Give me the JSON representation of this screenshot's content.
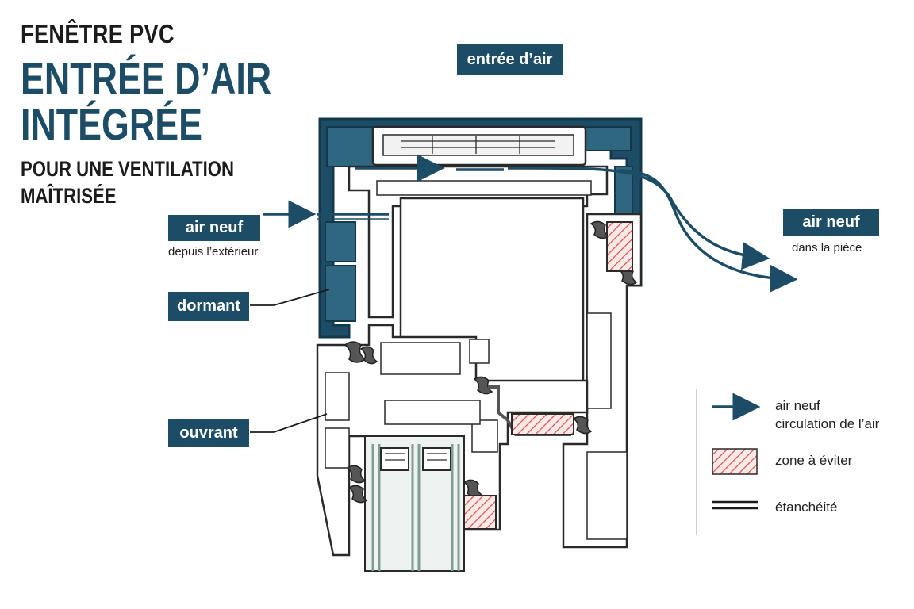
{
  "header": {
    "line1": "FENÊTRE PVC",
    "line2a": "ENTRÉE D’AIR",
    "line2b": "INTÉGRÉE",
    "sub1": "POUR UNE VENTILATION",
    "sub2": "MAÎTRISÉE"
  },
  "labels": {
    "air_inlet": "entrée d’air",
    "fresh_air_in": "air neuf",
    "fresh_air_in_note": "depuis l’extérieur",
    "fresh_air_out": "air neuf",
    "fresh_air_out_note": "dans la pièce",
    "frame": "dormant",
    "sash": "ouvrant"
  },
  "legend": {
    "airflow_line1": "air neuf",
    "airflow_line2": "circulation de l’air",
    "avoid_zone": "zone à éviter",
    "sealing": "étanchéité"
  },
  "colors": {
    "accent": "#1d4d66",
    "hatch": "#d9534f",
    "outline": "#2a2a2a"
  }
}
